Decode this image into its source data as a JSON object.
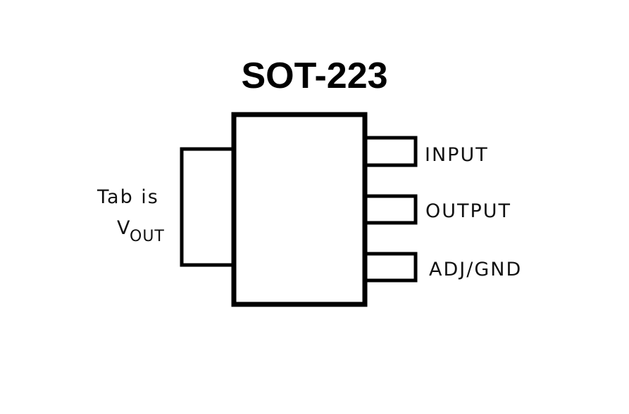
{
  "package": {
    "title": "SOT-223"
  },
  "pins": [
    {
      "label": "INPUT"
    },
    {
      "label": "OUTPUT"
    },
    {
      "label": "ADJ/GND"
    }
  ],
  "tab": {
    "line1": "Tab is",
    "vout_main": "V",
    "vout_sub": "OUT"
  },
  "colors": {
    "outline": "#000000",
    "background": "#ffffff"
  }
}
